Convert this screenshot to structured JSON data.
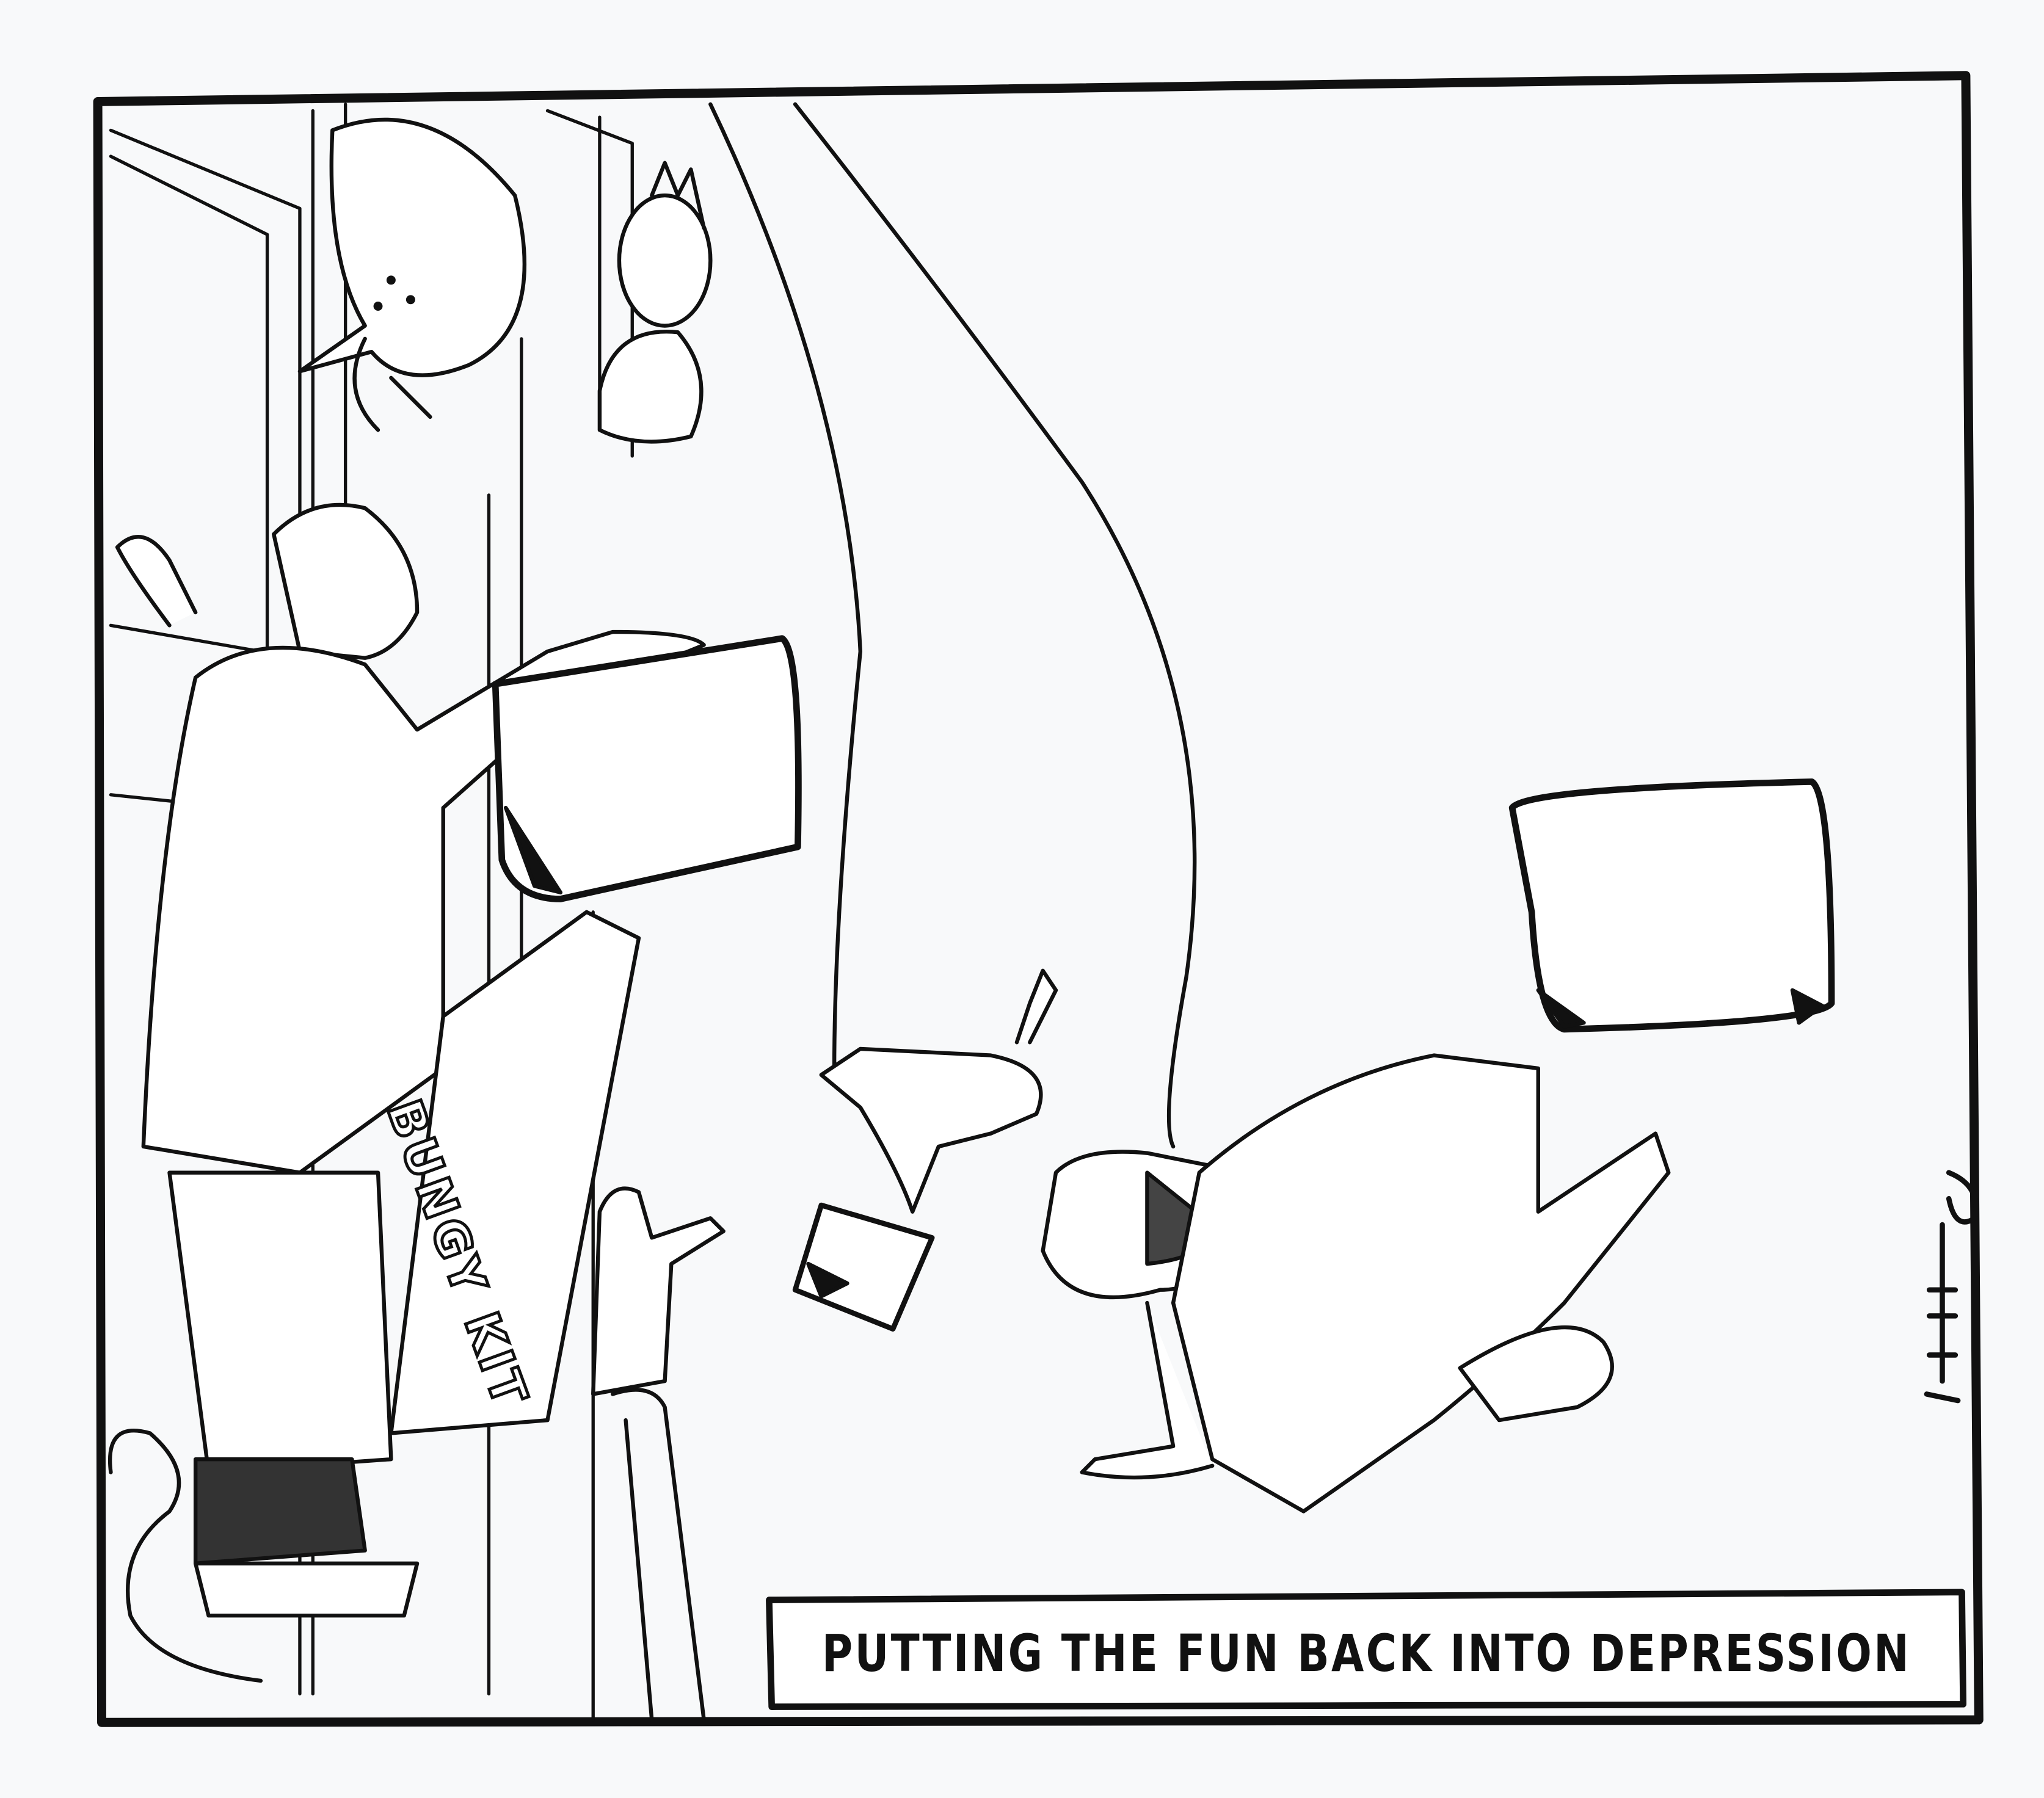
{
  "caption": "PUTTING THE FUN BACK INTO DEPRESSION",
  "sign_text": "BUNGY KIT",
  "signature": "Whitehead ©"
}
